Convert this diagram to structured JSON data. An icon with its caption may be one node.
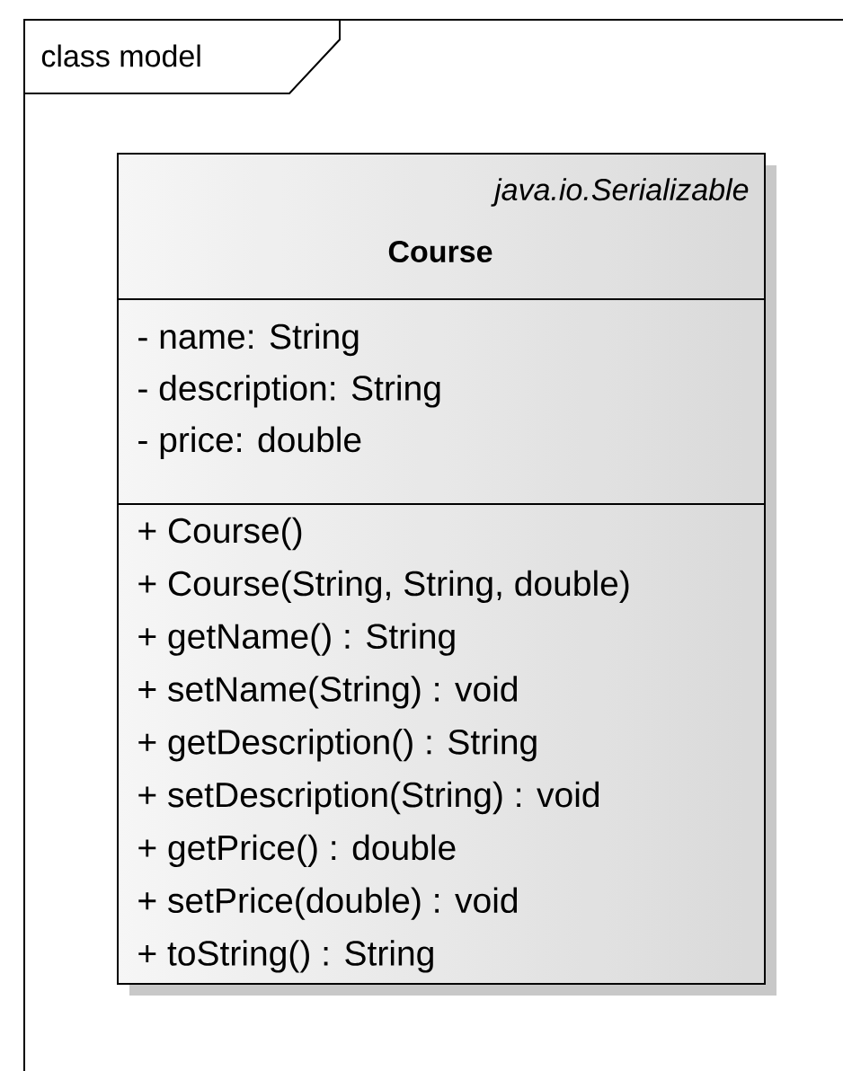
{
  "diagram": {
    "nodes": [
      {
        "text": [
          "class model"
        ]
      },
      {
        "text": [
          "java.io.Serializable",
          "Course"
        ],
        "in": 0
      },
      {
        "text": [
          "- name: String",
          "- description: String",
          "- price: double"
        ],
        "in": 1
      },
      {
        "text": [
          "+ Course()",
          "+ Course(String, String, double)",
          "+ getName() : String",
          "+ setName(String) : void",
          "+ getDescription() : String",
          "+ setDescription(String) : void",
          "+ getPrice() : double",
          "+ setPrice(double) : void",
          "+ toString() : String"
        ],
        "in": 1
      }
    ]
  }
}
